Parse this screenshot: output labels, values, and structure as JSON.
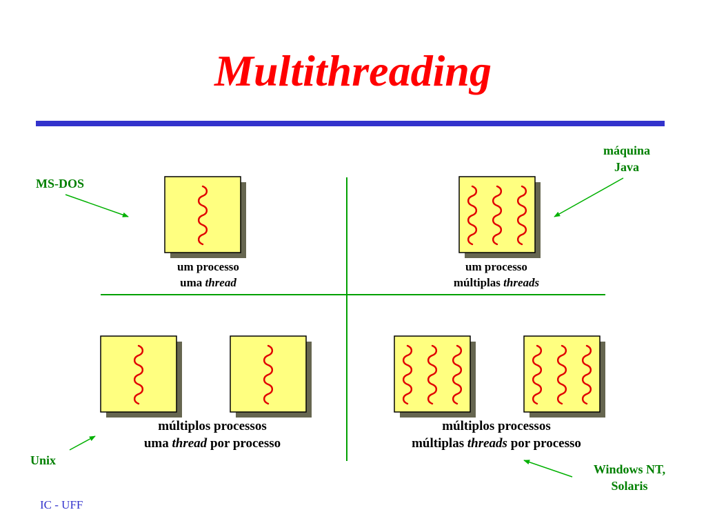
{
  "title": "Multithreading",
  "footer": "IC - UFF",
  "colors": {
    "title": "#ff0000",
    "rule": "#3333cc",
    "box_fill": "#ffff80",
    "box_shadow": "#666650",
    "thread": "#e00000",
    "arrow": "#00b000",
    "annotation": "#008000",
    "axes": "#00a000",
    "footer": "#3333cc"
  },
  "annotations": {
    "msdos": "MS-DOS",
    "java": [
      "máquina",
      "Java"
    ],
    "unix": "Unix",
    "windows": [
      "Windows NT,",
      "Solaris"
    ]
  },
  "quadrants": {
    "top_left": {
      "line1": "um processo",
      "line2_pre": "uma ",
      "line2_em": "thread",
      "line2_post": ""
    },
    "top_right": {
      "line1": "um processo",
      "line2_pre": "múltiplas ",
      "line2_em": "threads",
      "line2_post": ""
    },
    "bottom_left": {
      "line1": "múltiplos processos",
      "line2_pre": "uma ",
      "line2_em": "thread",
      "line2_post": " por processo"
    },
    "bottom_right": {
      "line1": "múltiplos processos",
      "line2_pre": "múltiplas ",
      "line2_em": "threads",
      "line2_post": " por processo"
    }
  },
  "processes": [
    {
      "quadrant": "top_left",
      "threads": 1
    },
    {
      "quadrant": "top_right",
      "threads": 3
    },
    {
      "quadrant": "bottom_left",
      "threads": 1
    },
    {
      "quadrant": "bottom_left",
      "threads": 1
    },
    {
      "quadrant": "bottom_right",
      "threads": 3
    },
    {
      "quadrant": "bottom_right",
      "threads": 3
    }
  ]
}
